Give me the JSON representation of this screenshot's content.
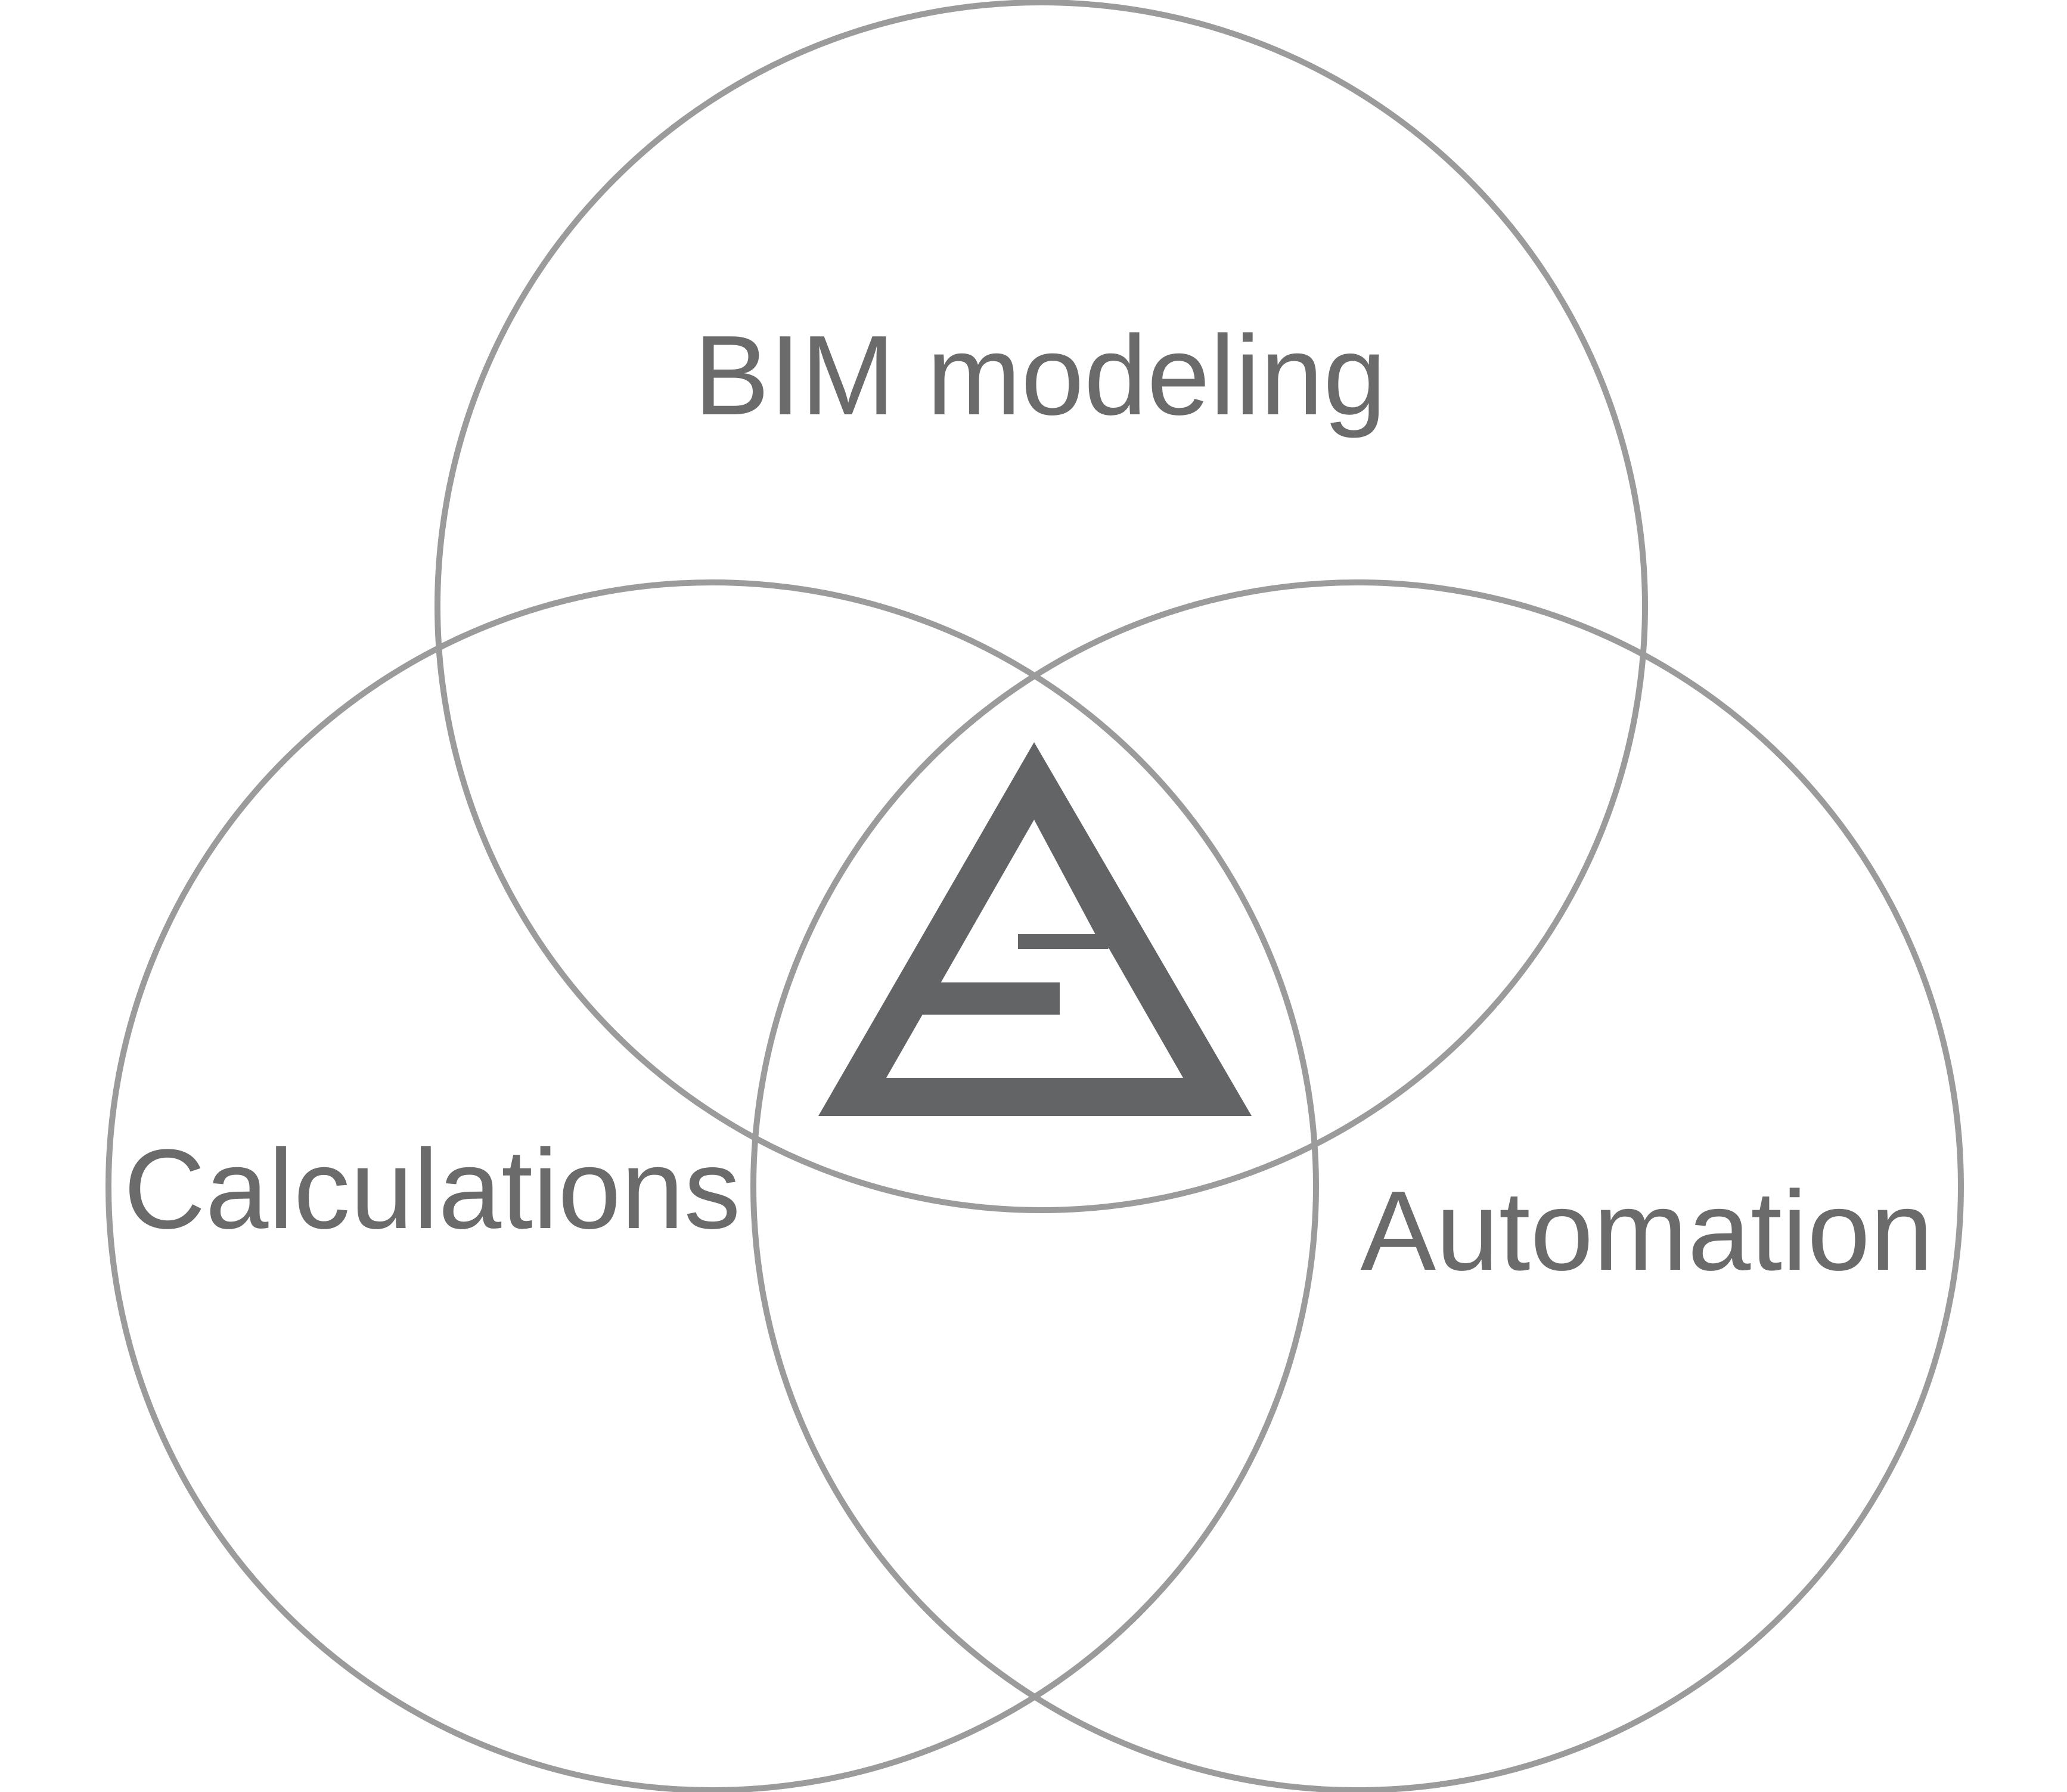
{
  "diagram": {
    "type": "venn",
    "sets": [
      {
        "id": "top",
        "label": "BIM modeling"
      },
      {
        "id": "left",
        "label": "Calculations"
      },
      {
        "id": "right",
        "label": "Automation"
      }
    ],
    "center_icon": "triangle-logo-icon",
    "colors": {
      "circle_stroke": "#9b9b9b",
      "label_text": "#6b6b6b",
      "logo_fill": "#636466",
      "background": "#ffffff"
    }
  }
}
